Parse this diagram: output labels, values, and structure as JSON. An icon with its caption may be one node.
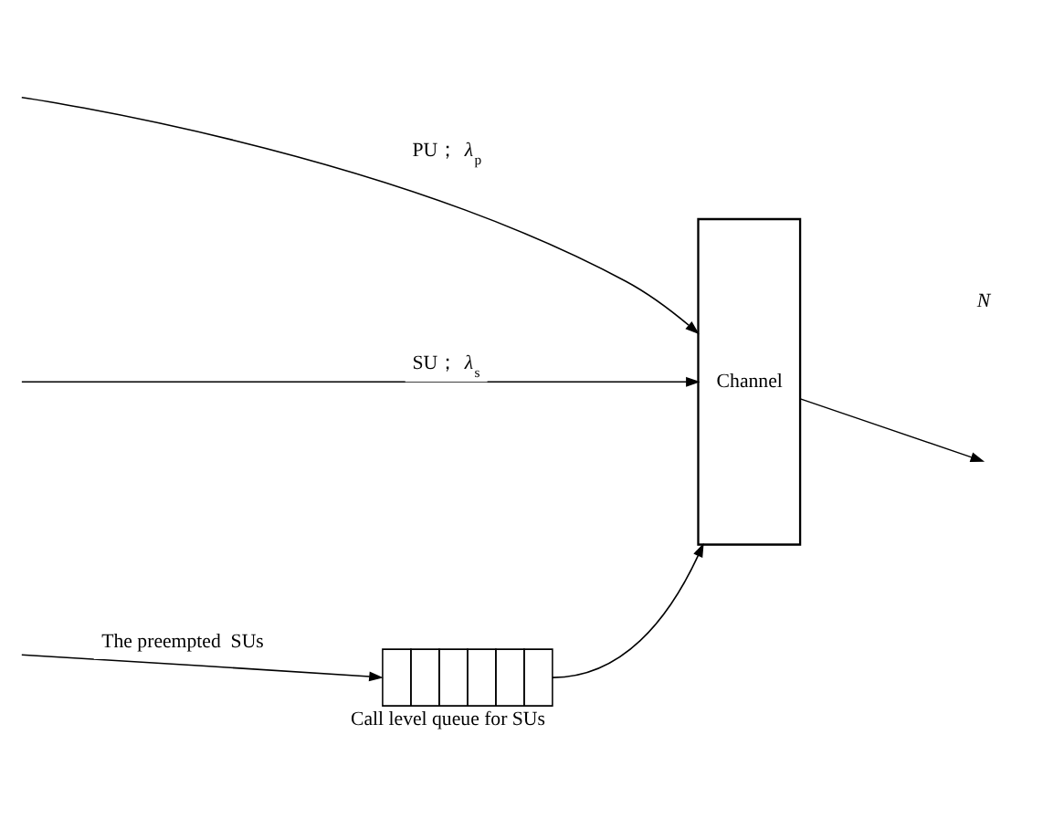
{
  "diagram": {
    "nodes": [
      {
        "text": [
          "Channel"
        ]
      },
      {
        "text": [],
        "shape": "queue",
        "beside": [
          "Call level queue for SUs"
        ]
      }
    ],
    "edges": [
      {
        "from": null,
        "to": 0,
        "arrow": "to",
        "label": "PU； *λ*$_{p}$"
      },
      {
        "from": null,
        "to": 0,
        "arrow": "to",
        "label": "SU； *λ*$_{s}$"
      },
      {
        "from": 1,
        "to": 0,
        "arrow": "to"
      },
      {
        "from": 0,
        "to": null,
        "arrow": "to"
      },
      {
        "from": null,
        "to": 1,
        "arrow": "to",
        "label": "The preempted  SUs"
      }
    ],
    "labels": [
      "*N*"
    ]
  }
}
